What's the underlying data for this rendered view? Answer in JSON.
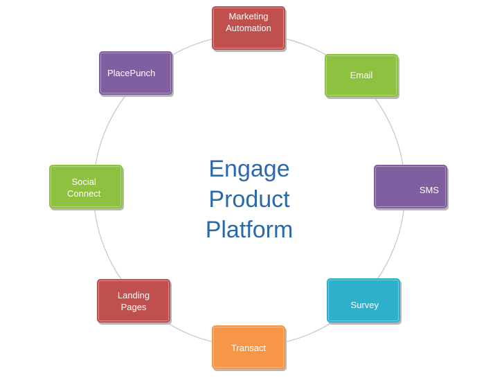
{
  "center": {
    "lines": [
      "Engage",
      "Product",
      "Platform"
    ],
    "color": "#2a6aa8"
  },
  "nodes": [
    {
      "id": "marketing-automation",
      "label": "Marketing\nAutomation",
      "color": "#c0504d"
    },
    {
      "id": "email",
      "label": "Email",
      "color": "#8dc13f"
    },
    {
      "id": "sms",
      "label": "SMS",
      "color": "#7f5fa0"
    },
    {
      "id": "survey",
      "label": "Survey",
      "color": "#2db0cc"
    },
    {
      "id": "transact",
      "label": "Transact",
      "color": "#f79646"
    },
    {
      "id": "landing-pages",
      "label": "Landing\nPages",
      "color": "#c0504d"
    },
    {
      "id": "social-connect",
      "label": "Social\nConnect",
      "color": "#8dc13f"
    },
    {
      "id": "placepunch",
      "label": "PlacePunch",
      "color": "#7f5fa0"
    }
  ],
  "ring": {
    "color": "#c8c8c8"
  }
}
